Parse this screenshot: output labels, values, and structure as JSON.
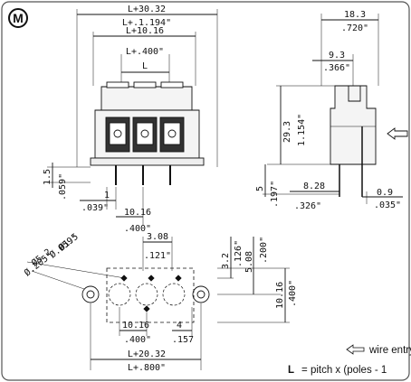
{
  "badge": "M",
  "front_view": {
    "width_mm": "L+30.32",
    "width_in": "L+.1.194\"",
    "inner_mm": "L+10.16",
    "inner_in": "L+.400\"",
    "pitch_label": "L",
    "pin_height_mm": "1.5",
    "pin_height_in": ".059\"",
    "pin_offset_mm": "1",
    "pin_offset_in": ".039\"",
    "pitch_mm": "10.16",
    "pitch_in": ".400\""
  },
  "side_view": {
    "depth_mm": "18.3",
    "depth_in": ".720\"",
    "entry_mm": "9.3",
    "entry_in": ".366\"",
    "height_mm": "29.3",
    "height_in": "1.154\"",
    "pin_len_mm": "5",
    "pin_len_in": ".197\"",
    "pin_dist_mm": "8.28",
    "pin_dist_in": ".326\"",
    "pin_dia_mm": "0.9",
    "pin_dia_in": ".035\""
  },
  "pcb_layout": {
    "hole1_mm": "Ø1.5",
    "hole1_in": "Ø.059\"",
    "hole2_mm": "Ø5.2",
    "hole2_in": "Ø.205\"",
    "offset_x_mm": "3.08",
    "offset_x_in": ".121\"",
    "row_a_mm": "3.2",
    "row_a_in": ".126\"",
    "row_b_mm": "5.08",
    "row_b_in": ".200\"",
    "pitch_mm": "10.16",
    "pitch_in": ".400\"",
    "gap_mm": "4",
    "gap_in": ".157",
    "vpitch_mm": "10.16",
    "vpitch_in": ".400\"",
    "total_mm": "L+20.32",
    "total_in": "L+.800\""
  },
  "legend": {
    "arrow_label": "wire entry",
    "formula_bold": "L",
    "formula_rest": "= pitch x (poles - 1"
  }
}
